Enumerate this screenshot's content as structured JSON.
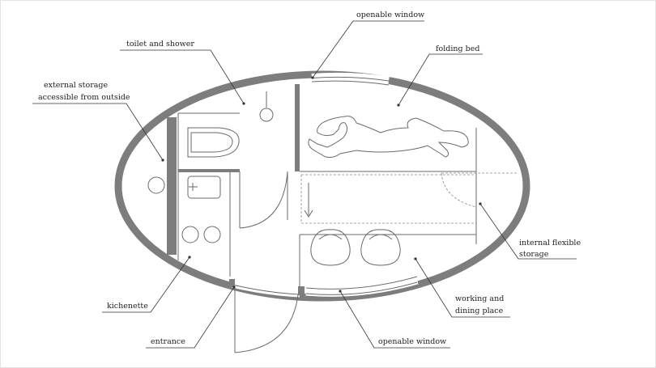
{
  "labels": {
    "openable_window_top": "openable window",
    "toilet_and_shower": "toilet and shower",
    "folding_bed": "folding bed",
    "external_storage_line1": "external storage",
    "external_storage_line2": "accessible from outside",
    "internal_storage_line1": "internal flexible",
    "internal_storage_line2": "storage",
    "kichenette": "kichenette",
    "working_dining_line1": "working and",
    "working_dining_line2": "dining place",
    "entrance": "entrance",
    "openable_window_bottom": "openable window"
  },
  "colors": {
    "wall": "#7d7d7d",
    "line": "#6a6a6a",
    "text": "#222222",
    "background": "#ffffff"
  }
}
